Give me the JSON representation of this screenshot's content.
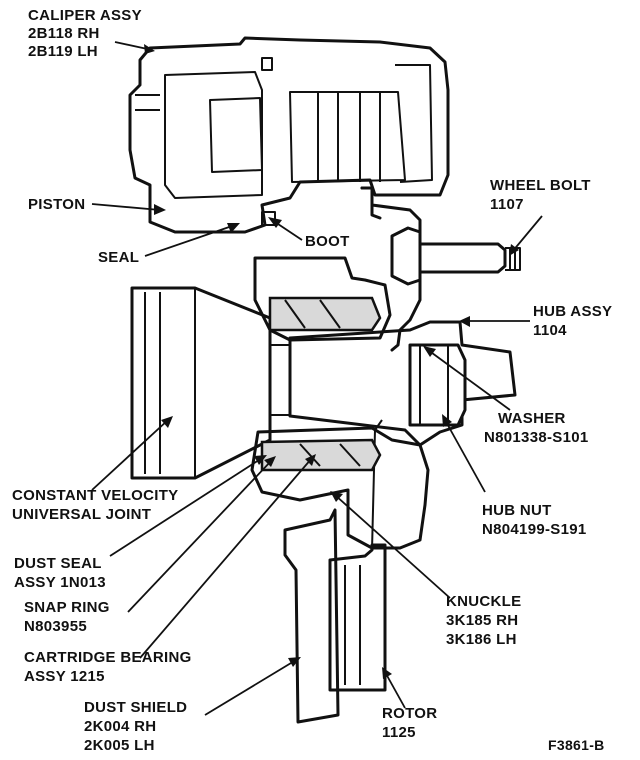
{
  "labels": {
    "caliper": [
      "CALIPER ASSY",
      "2B118 RH",
      "2B119 LH"
    ],
    "piston": [
      "PISTON"
    ],
    "seal": [
      "SEAL"
    ],
    "boot": [
      "BOOT"
    ],
    "wheel_bolt": [
      "WHEEL BOLT",
      "1107"
    ],
    "hub_assy": [
      "HUB ASSY",
      "1104"
    ],
    "washer": [
      "WASHER",
      "N801338-S101"
    ],
    "cv_joint": [
      "CONSTANT VELOCITY",
      "UNIVERSAL JOINT"
    ],
    "hub_nut": [
      "HUB NUT",
      "N804199-S191"
    ],
    "dust_seal": [
      "DUST SEAL",
      "ASSY 1N013"
    ],
    "snap_ring": [
      "SNAP RING",
      "N803955"
    ],
    "knuckle": [
      "KNUCKLE",
      "3K185 RH",
      "3K186 LH"
    ],
    "cartridge_bearing": [
      "CARTRIDGE BEARING",
      "ASSY 1215"
    ],
    "dust_shield": [
      "DUST SHIELD",
      "2K004 RH",
      "2K005 LH"
    ],
    "rotor": [
      "ROTOR",
      "1125"
    ]
  },
  "figure_id": "F3861-B"
}
